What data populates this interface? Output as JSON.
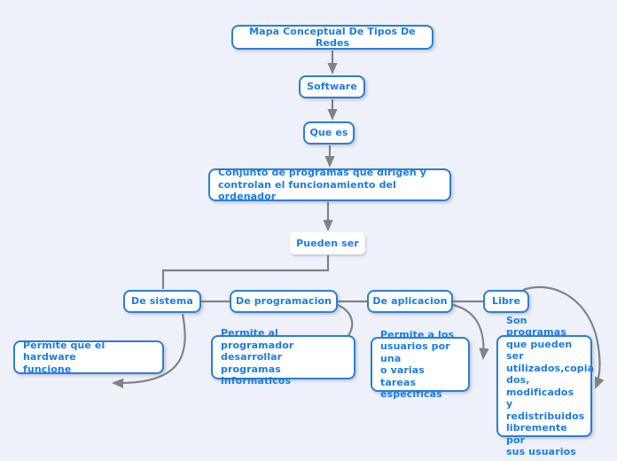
{
  "diagram": {
    "background_color": "#eef1fa",
    "node_border_color": "#2b7fd4",
    "node_text_color": "#1a7ce8",
    "connector_color": "#808285",
    "nodes": {
      "title": "Mapa Conceptual De Tipos De Redes",
      "software": "Software",
      "que_es": "Que es",
      "definicion": "Conjunto de programas que dirigen y\ncontrolan el funcionamiento del ordenador",
      "pueden_ser": "Pueden ser",
      "de_sistema": "De sistema",
      "de_programacion": "De programacion",
      "de_aplicacion": "De aplicacion",
      "libre": "Libre",
      "hardware": "Permite que el hardware\nfuncione",
      "programador": "Permite al programador\ndesarrollar programas\ninformaticos",
      "usuarios": "Permite a los\nusuarios por una\no varias tareas\nespecificas",
      "son_programas": "Son programas\nque pueden ser\nutilizados,copia\ndos,\nmodificados y\nredistribuidos\nlibremente por\nsus usuarios"
    }
  }
}
